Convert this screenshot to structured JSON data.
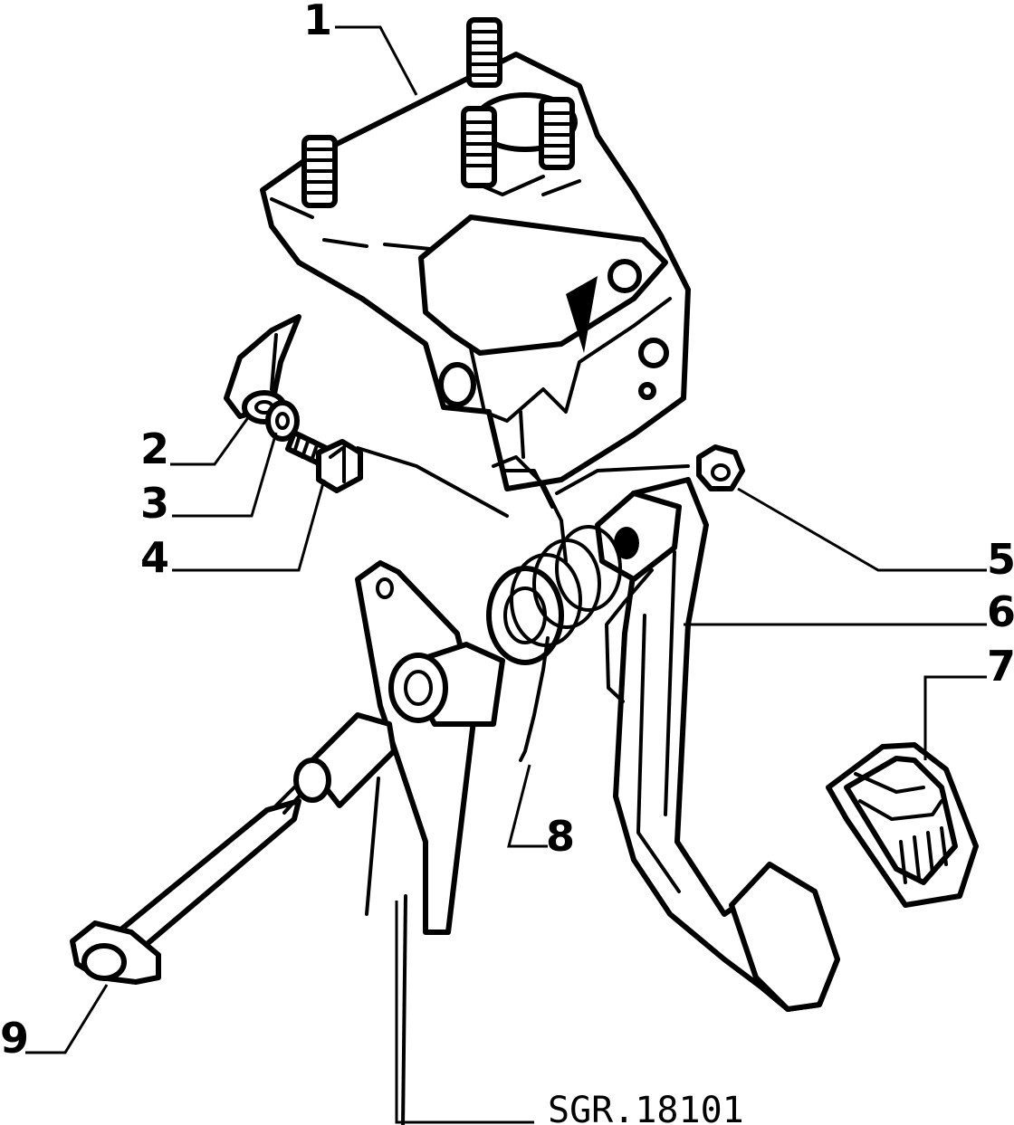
{
  "figure_code": "SGR.18101",
  "callouts": [
    {
      "id": "1",
      "part": "pedal-bracket"
    },
    {
      "id": "2",
      "part": "washer"
    },
    {
      "id": "3",
      "part": "spring-washer"
    },
    {
      "id": "4",
      "part": "bolt"
    },
    {
      "id": "5",
      "part": "nut"
    },
    {
      "id": "6",
      "part": "clutch-pedal"
    },
    {
      "id": "7",
      "part": "pedal-pad"
    },
    {
      "id": "8",
      "part": "return-spring"
    },
    {
      "id": "9",
      "part": "pivot-pin"
    }
  ]
}
